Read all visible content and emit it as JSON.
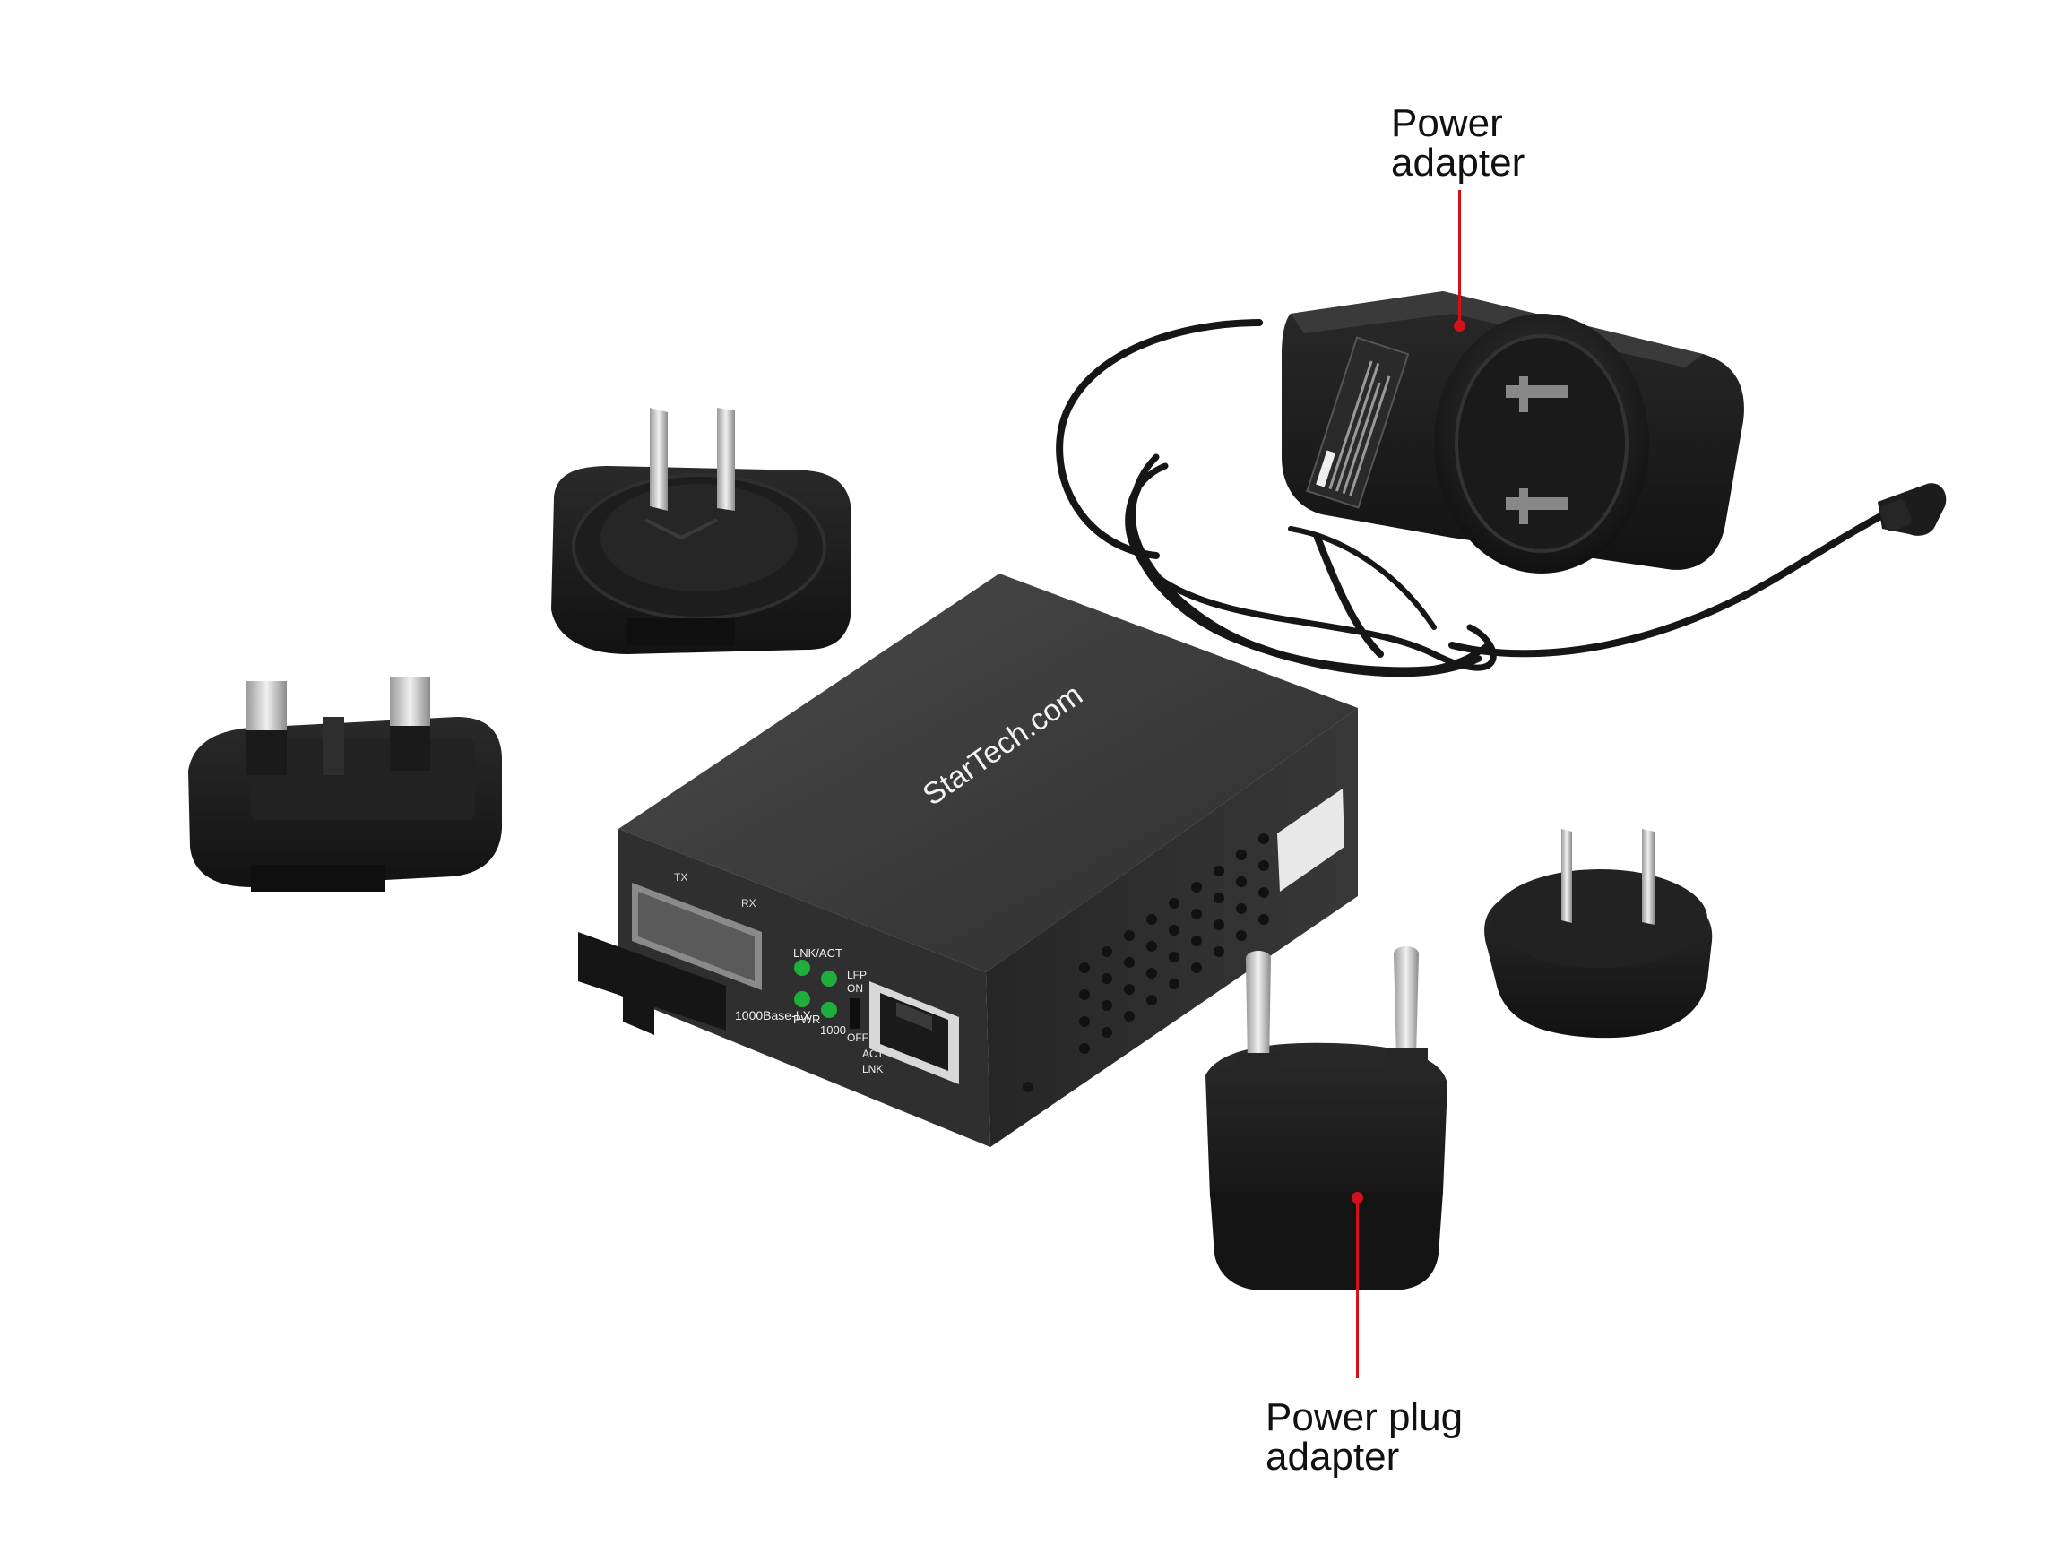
{
  "callouts": {
    "power_adapter": "Power\nadapter",
    "power_plug_adapter": "Power plug\nadapter"
  },
  "device": {
    "brand": "StarTech.com",
    "port_tx": "TX",
    "port_rx": "RX",
    "led_lnk_act": "LNK/ACT",
    "led_pwr": "PWR",
    "led_1000": "1000",
    "model_text": "1000Base-LX",
    "lfp": "LFP",
    "switch_on": "ON",
    "switch_off": "OFF",
    "legend_act": "ACT",
    "legend_lnk": "LNK"
  },
  "colors": {
    "leader": "#d4101a",
    "device_top": "#3c3c3c",
    "device_side": "#2a2a2a",
    "plug_black": "#1b1b1b",
    "led_green": "#1fae3b"
  }
}
